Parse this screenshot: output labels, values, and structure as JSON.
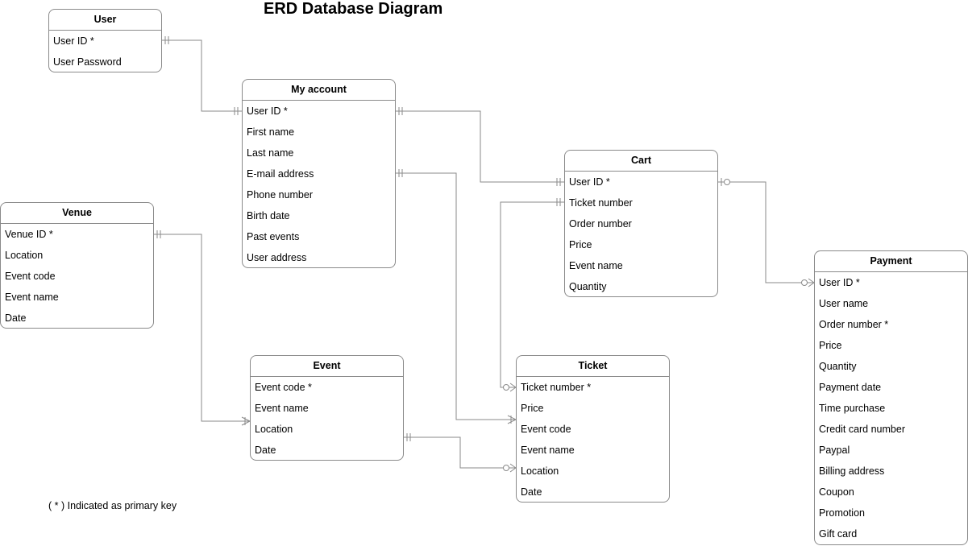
{
  "title": "ERD Database Diagram",
  "note": "( * ) Indicated as primary key",
  "entities": {
    "user": {
      "name": "User",
      "attributes": [
        "User ID *",
        "User Password"
      ]
    },
    "my_account": {
      "name": "My account",
      "attributes": [
        "User ID *",
        "First name",
        "Last name",
        "E-mail address",
        "Phone number",
        "Birth date",
        "Past events",
        "User address"
      ]
    },
    "cart": {
      "name": "Cart",
      "attributes": [
        "User ID *",
        "Ticket number",
        "Order number",
        "Price",
        "Event name",
        "Quantity"
      ]
    },
    "venue": {
      "name": "Venue",
      "attributes": [
        "Venue ID *",
        "Location",
        "Event code",
        "Event name",
        "Date"
      ]
    },
    "event": {
      "name": "Event",
      "attributes": [
        "Event code *",
        "Event name",
        "Location",
        "Date"
      ]
    },
    "ticket": {
      "name": "Ticket",
      "attributes": [
        "Ticket number *",
        "Price",
        "Event code",
        "Event name",
        "Location",
        "Date"
      ]
    },
    "payment": {
      "name": "Payment",
      "attributes": [
        "User ID *",
        "User name",
        "Order number *",
        "Price",
        "Quantity",
        "Payment date",
        "Time purchase",
        "Credit card number",
        "Paypal",
        "Billing address",
        "Coupon",
        "Promotion",
        "Gift card"
      ]
    }
  },
  "relationships": [
    {
      "from": "User.User ID",
      "to": "My account.User ID",
      "from_end": "one-and-only-one",
      "to_end": "one-and-only-one"
    },
    {
      "from": "My account.User ID",
      "to": "Cart.User ID",
      "from_end": "one-and-only-one",
      "to_end": "one-and-only-one"
    },
    {
      "from": "My account.E-mail address",
      "to": "Ticket.Event code",
      "from_end": "one-and-only-one",
      "to_end": "one-or-many"
    },
    {
      "from": "Cart.Ticket number",
      "to": "Ticket.Ticket number",
      "from_end": "one-and-only-one",
      "to_end": "zero-or-many"
    },
    {
      "from": "Cart.User ID",
      "to": "Payment.User ID",
      "from_end": "zero-or-one",
      "to_end": "zero-or-many"
    },
    {
      "from": "Venue.Venue ID",
      "to": "Event.Event code",
      "from_end": "one-and-only-one",
      "to_end": "one-or-many"
    },
    {
      "from": "Event.Location",
      "to": "Ticket.Location",
      "from_end": "one-and-only-one",
      "to_end": "zero-or-many"
    }
  ],
  "colors": {
    "border": "#8a8a8a",
    "line": "#8a8a8a",
    "text": "#000000"
  }
}
